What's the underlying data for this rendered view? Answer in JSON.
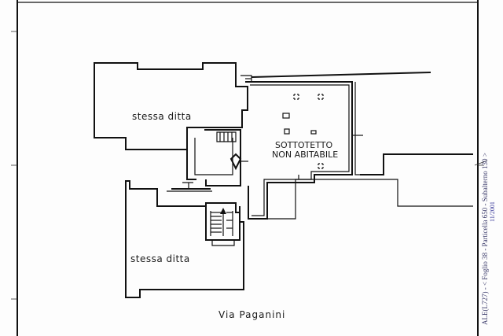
{
  "plan": {
    "labels": {
      "upper_room": "stessa ditta",
      "lower_room": "stessa ditta",
      "attic_line1": "SOTTOTETTO",
      "attic_line2": "NON ABITABILE",
      "street": "Via Paganini"
    }
  },
  "margin": {
    "cadastral_reference": "ALE(L727) - < Foglio 38 - Particella 650 - Subalterno 130 >",
    "stamp": "11/2001"
  },
  "colors": {
    "ink": "#111111",
    "paper": "#fdfdfd",
    "margin_text": "#3a3a6a"
  }
}
